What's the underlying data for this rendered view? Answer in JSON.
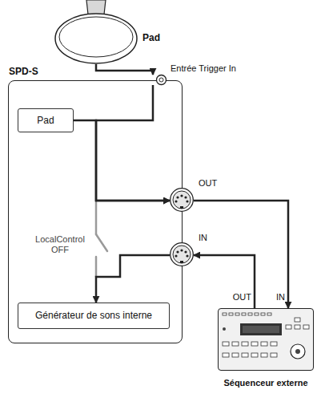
{
  "diagram": {
    "nodes": [
      {
        "text": [
          "Pad"
        ]
      },
      {
        "text": [
          "SPD-S"
        ]
      },
      {
        "text": [
          "Entrée Trigger In"
        ],
        "in": 1
      },
      {
        "text": [
          "Pad"
        ],
        "in": 1
      },
      {
        "text": [
          "OUT"
        ],
        "in": 1
      },
      {
        "text": [
          "IN"
        ],
        "in": 1
      },
      {
        "text": [
          "Générateur de sons interne"
        ],
        "in": 1
      },
      {
        "text": [
          "Séquenceur externe"
        ]
      }
    ],
    "edges": [
      {
        "from": 0,
        "to": 2,
        "arrow": "to"
      },
      {
        "from": 2,
        "to": 4,
        "arrow": "to"
      },
      {
        "from": 3,
        "to": 4,
        "arrow": "to"
      },
      {
        "from": 4,
        "to": 7,
        "arrow": "to"
      },
      {
        "from": 7,
        "to": 5,
        "arrow": "to"
      },
      {
        "from": 5,
        "to": 6,
        "arrow": "to"
      }
    ],
    "labels": [
      "LocalControl OFF",
      "OUT",
      "IN"
    ]
  }
}
